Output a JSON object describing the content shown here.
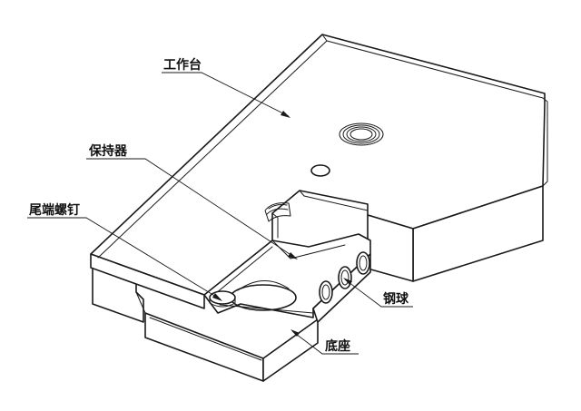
{
  "labels": {
    "worktable": "工作台",
    "retainer": "保持器",
    "end_screw": "尾端螺钉",
    "steel_ball": "钢球",
    "base": "底座"
  }
}
